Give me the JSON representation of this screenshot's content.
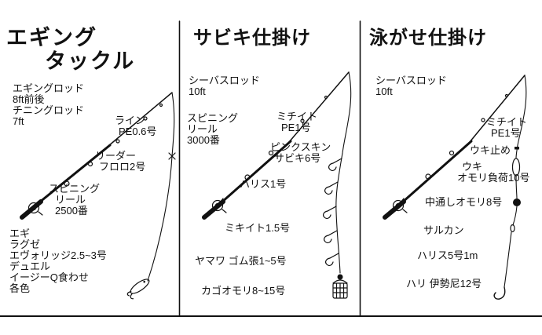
{
  "colors": {
    "ink": "#111111",
    "paper": "#ffffff"
  },
  "panels": [
    {
      "title_line1": "エギング",
      "title_line2": "タックル",
      "labels": {
        "rod_line1": "エギングロッド",
        "rod_line2": "8ft前後",
        "rod_line3": "チニングロッド",
        "rod_line4": "7ft",
        "line_line1": "ライン",
        "line_line2": "PE0.6号",
        "leader_line1": "リーダー",
        "leader_line2": "フロロ2号",
        "reel_line1": "スピニング",
        "reel_line2": "リール",
        "reel_line3": "2500番",
        "lure_line1": "エギ",
        "lure_line2": "ラグゼ",
        "lure_line3": "エヴォリッジ2.5~3号",
        "lure_line4": "デュエル",
        "lure_line5": "イージーQ食わせ",
        "lure_line6": "各色"
      },
      "illustration_icons": [
        "rod-icon",
        "reel-icon",
        "fishing-line",
        "line-leader-knot-icon",
        "egi-lure-icon"
      ]
    },
    {
      "title": "サビキ仕掛け",
      "labels": {
        "rod_line1": "シーバスロッド",
        "rod_line2": "10ft",
        "reel_line1": "スピニング",
        "reel_line2": "リール",
        "reel_line3": "3000番",
        "mainline_line1": "ミチイト",
        "mainline_line2": "PE1号",
        "sabiki_line1": "ピンクスキン",
        "sabiki_line2": "サビキ6号",
        "harisu": "ハリス1号",
        "mikiito": "ミキイト1.5号",
        "yamawa": "ヤマワ ゴム張1~5号",
        "kago": "カゴオモリ8~15号"
      },
      "illustration_icons": [
        "rod-icon",
        "reel-icon",
        "fishing-line",
        "sabiki-hooks-icon",
        "snap-icon",
        "weight-cage-icon"
      ]
    },
    {
      "title": "泳がせ仕掛け",
      "labels": {
        "rod_line1": "シーバスロッド",
        "rod_line2": "10ft",
        "mainline_line1": "ミチイト",
        "mainline_line2": "PE1号",
        "ukidome": "ウキ止め",
        "uki_line1": "ウキ",
        "uki_line2": "オモリ負荷10号",
        "nakadooshi": "中通しオモリ8号",
        "sarukan": "サルカン",
        "harisu": "ハリス5号1m",
        "hari": "ハリ 伊勢尼12号"
      },
      "illustration_icons": [
        "rod-icon",
        "reel-icon",
        "fishing-line",
        "float-stop-icon",
        "float-icon",
        "sinker-icon",
        "swivel-icon",
        "hook-icon"
      ]
    }
  ]
}
